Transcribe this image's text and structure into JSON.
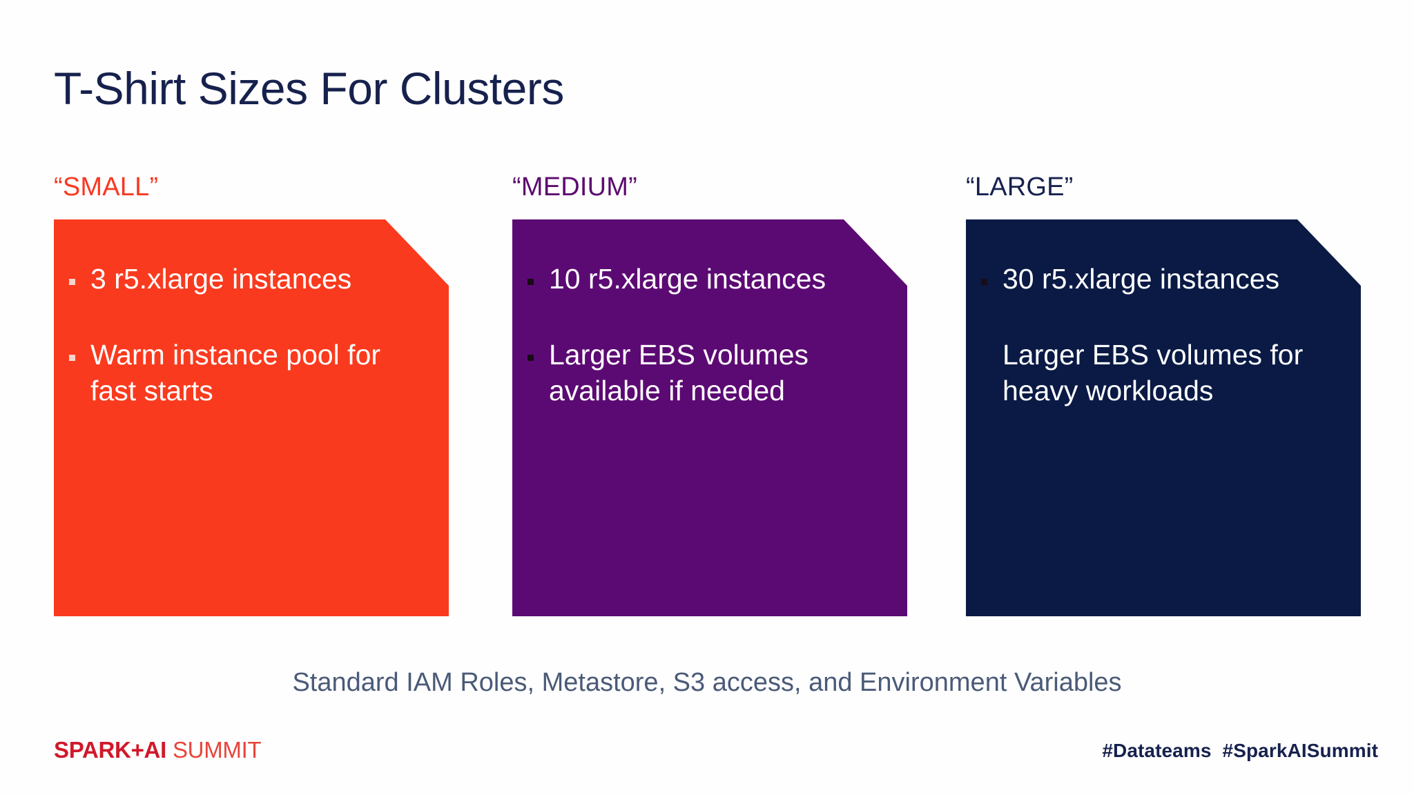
{
  "slide": {
    "title": "T-Shirt Sizes For Clusters",
    "background": "#FEFEFE",
    "title_color": "#16214D"
  },
  "cards": [
    {
      "label": "“SMALL”",
      "label_color": "#F93822",
      "fill": "#FA3A1E",
      "bullet_color": "#F5D4CC",
      "items": [
        {
          "text": "3 r5.xlarge instances",
          "bullet": true
        },
        {
          "text": "Warm instance pool for fast starts",
          "bullet": true
        }
      ]
    },
    {
      "label": "“MEDIUM”",
      "label_color": "#5B0A6E",
      "fill": "#5C0A73",
      "bullet_color": "#160C16",
      "items": [
        {
          "text": "10 r5.xlarge instances",
          "bullet": true
        },
        {
          "text": "Larger EBS volumes available if needed",
          "bullet": true
        }
      ]
    },
    {
      "label": "“LARGE”",
      "label_color": "#16214D",
      "fill": "#0A1A45",
      "bullet_color": "#160C16",
      "items": [
        {
          "text": "30 r5.xlarge instances",
          "bullet": true
        },
        {
          "text": "Larger EBS volumes for heavy workloads",
          "bullet": false
        }
      ]
    }
  ],
  "caption": "Standard IAM Roles, Metastore, S3 access, and Environment Variables",
  "footer": {
    "logo_mark": "SPARK+AI",
    "logo_word": "SUMMIT",
    "hashtag_1": "#Datateams",
    "hashtag_2": "#SparkAISummit"
  }
}
